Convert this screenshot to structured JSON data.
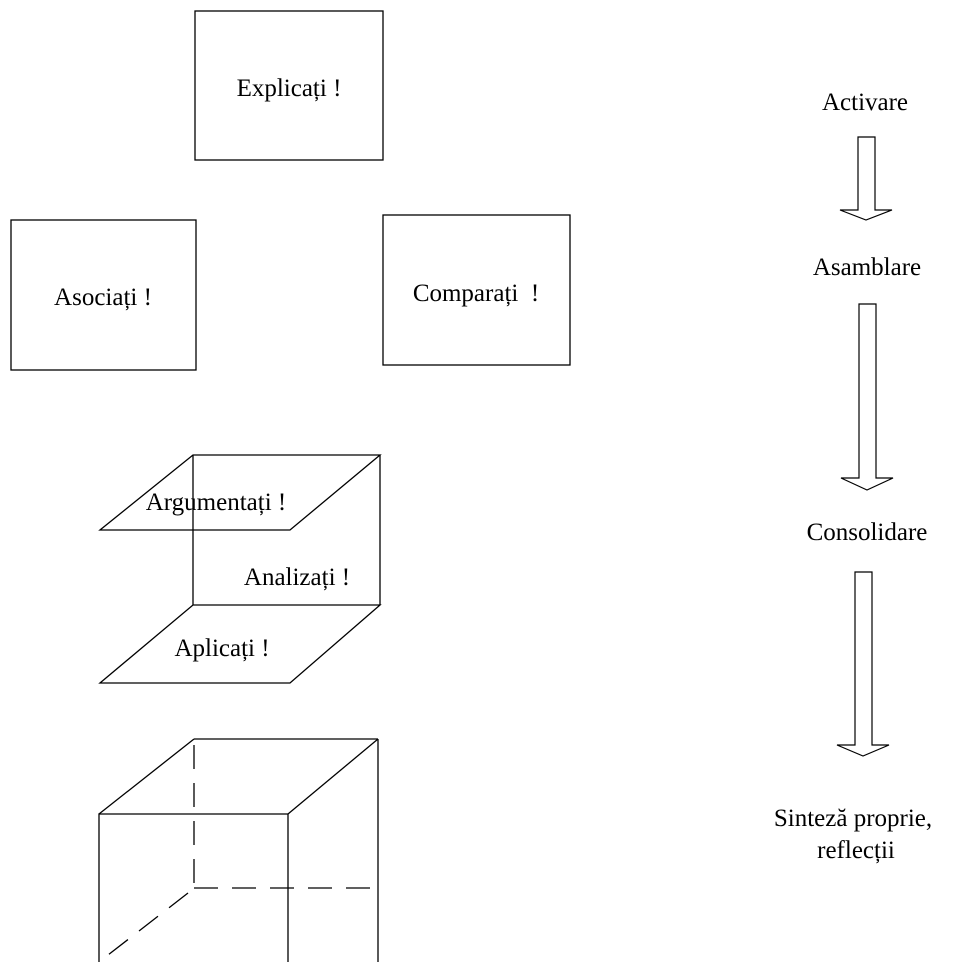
{
  "diagram": {
    "boxes": {
      "explain": "Explicați !",
      "associate": "Asociați !",
      "compare": "Comparați  !"
    },
    "planes": {
      "argue": "Argumentați !",
      "analyze": "Analizați !",
      "apply": "Aplicați !"
    },
    "steps": {
      "step1": "Activare",
      "step2": "Asamblare",
      "step3": "Consolidare",
      "step4_line1": "Sinteză proprie,",
      "step4_line2": "reflecții"
    }
  }
}
